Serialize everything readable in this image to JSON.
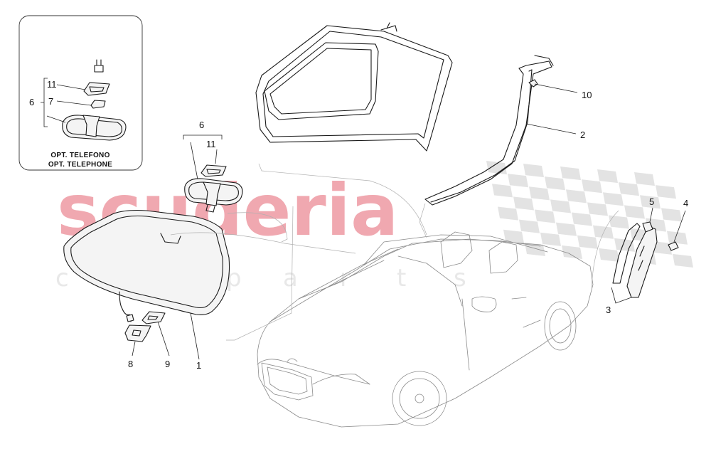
{
  "watermark": {
    "brand": "scuderia",
    "tagline_letters": [
      "c",
      "a",
      "r",
      "p",
      "a",
      "r",
      "t",
      "s"
    ],
    "brand_color": "#f0a8b0",
    "tagline_color": "#e8e8e8",
    "checker_color": "#e3e3e3"
  },
  "inset": {
    "caption_line1": "OPT. TELEFONO",
    "caption_line2": "OPT. TELEPHONE",
    "group_label": "6",
    "labels": [
      "11",
      "7"
    ]
  },
  "callouts": {
    "windscreen": "1",
    "door_seal": "2",
    "pillar_trim": "3",
    "screw": "4",
    "clip": "5",
    "mirror_group": "6",
    "mirror_cover": "11",
    "sensor_bracket_a": "8",
    "sensor_bracket_b": "9",
    "seal_clip": "10"
  }
}
